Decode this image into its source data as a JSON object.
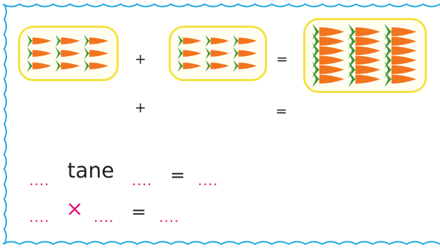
{
  "groups": [
    {
      "id": "group-a",
      "rows": 3,
      "cols": 3
    },
    {
      "id": "group-b",
      "rows": 3,
      "cols": 3
    },
    {
      "id": "group-total",
      "rows": 6,
      "cols": 3
    }
  ],
  "row1": {
    "plus": "+",
    "equals": "="
  },
  "row2": {
    "plus": "+",
    "equals": "="
  },
  "line1": {
    "blank1": "....",
    "word": "tane",
    "blank2": "....",
    "equals": "=",
    "blank3": "...."
  },
  "line2": {
    "blank1": "....",
    "times": "×",
    "blank2": "....",
    "equals": "=",
    "blank3": "...."
  },
  "colors": {
    "border": "#1aa6e0",
    "group_outline": "#f4e23d",
    "carrot_body": "#f2741e",
    "carrot_leaf": "#3a9a35",
    "blank_dots": "#e0157a"
  },
  "icons": {
    "carrot": "carrot-icon"
  }
}
